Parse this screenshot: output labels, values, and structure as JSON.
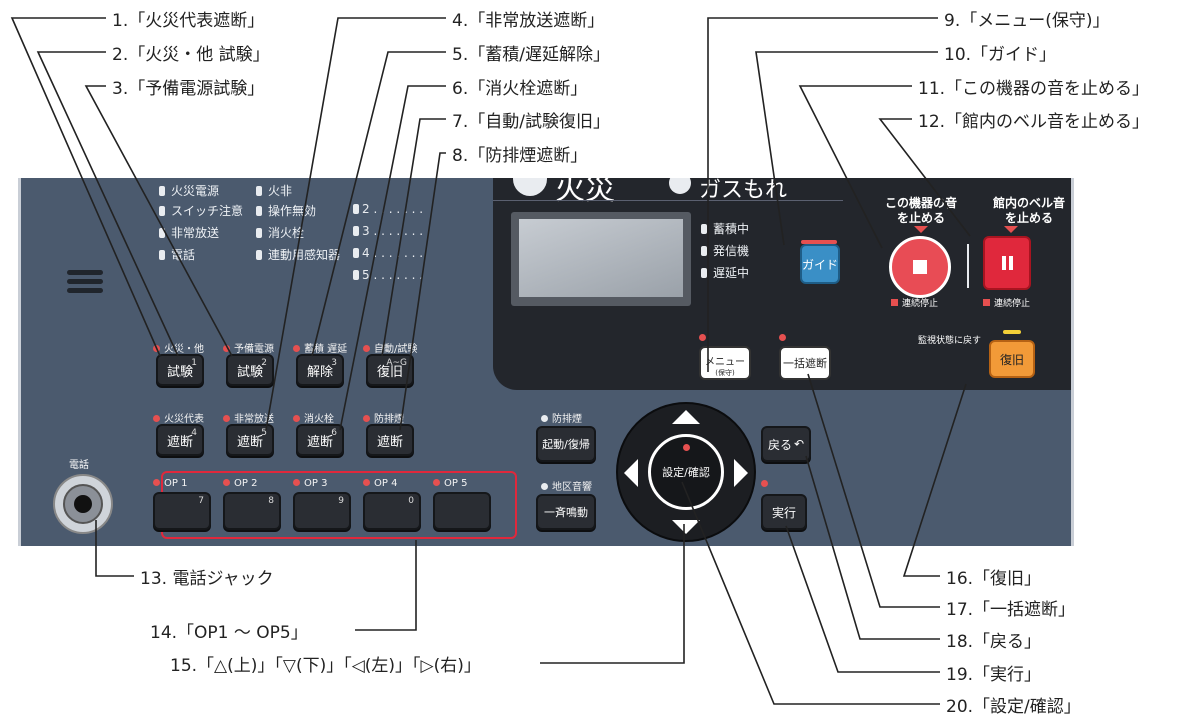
{
  "panel": {
    "top_indicators": [
      "スイッチ注意",
      "非常放送",
      "電話",
      "操作無効",
      "消火栓",
      "連動用感知器"
    ],
    "top_cut_text": [
      "火災電源",
      "火非"
    ],
    "zone_numbers": [
      "2",
      "3",
      "4",
      "5"
    ],
    "display_title": "火災",
    "display_title2": "ガスもれ",
    "lcd_indicators": [
      "蓄積中",
      "発信機",
      "遅延中"
    ],
    "guide_button": "ガイド",
    "stop_device_label": "この機器の音を止める",
    "stop_bell_label": "館内のベル音を止める",
    "continuous_stop": "連続停止",
    "menu_button": "メニュー",
    "menu_sub": "(保守)",
    "bulk_cut_button": "一括遮断",
    "monitor_label": "監視状態に戻す",
    "reset_button": "復旧",
    "test_row": [
      {
        "label": "火災・他",
        "button": "試験",
        "num": "1"
      },
      {
        "label": "予備電源",
        "button": "試験",
        "num": "2"
      },
      {
        "label": "蓄積 遅延",
        "button": "解除",
        "num": "3"
      },
      {
        "label": "自動/試験",
        "button": "復旧",
        "num": "A~G"
      }
    ],
    "cut_row": [
      {
        "label": "火災代表",
        "button": "遮断",
        "num": "4"
      },
      {
        "label": "非常放送",
        "button": "遮断",
        "num": "5"
      },
      {
        "label": "消火栓",
        "button": "遮断",
        "num": "6"
      },
      {
        "label": "防排煙",
        "button": "遮断",
        "num": ""
      }
    ],
    "smoke_label": "防排煙",
    "smoke_button": "起動/復帰",
    "zone_sound_label": "地区音響",
    "zone_sound_button": "一斉鳴動",
    "center_button": "設定/確認",
    "back_button": "戻る",
    "run_button": "実行",
    "phone_label": "電話",
    "op_buttons": [
      {
        "label": "OP 1",
        "num": "7"
      },
      {
        "label": "OP 2",
        "num": "8"
      },
      {
        "label": "OP 3",
        "num": "9"
      },
      {
        "label": "OP 4",
        "num": "0"
      },
      {
        "label": "OP 5",
        "num": ""
      }
    ]
  },
  "callouts": {
    "c1": "1.「火災代表遮断」",
    "c2": "2.「火災・他 試験」",
    "c3": "3.「予備電源試験」",
    "c4": "4.「非常放送遮断」",
    "c5": "5.「蓄積/遅延解除」",
    "c6": "6.「消火栓遮断」",
    "c7": "7.「自動/試験復旧」",
    "c8": "8.「防排煙遮断」",
    "c9": "9.「メニュー(保守)」",
    "c10": "10.「ガイド」",
    "c11": "11.「この機器の音を止める」",
    "c12": "12.「館内のベル音を止める」",
    "c13": "13. 電話ジャック",
    "c14": "14.「OP1 ～ OP5」",
    "c15": "15.「△(上)」「▽(下)」「◁(左)」「▷(右)」",
    "c16": "16.「復旧」",
    "c17": "17.「一括遮断」",
    "c18": "18.「戻る」",
    "c19": "19.「実行」",
    "c20": "20.「設定/確認」"
  },
  "colors": {
    "accent_red": "#e0283c",
    "guide_blue": "#3a8fc6",
    "reset_orange": "#f29a38",
    "panel": "#4b5a6e"
  }
}
